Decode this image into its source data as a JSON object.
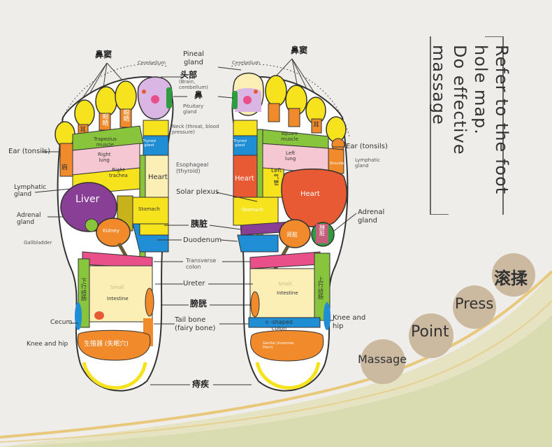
{
  "title_lines": [
    "Refer to the foot",
    "hole map.",
    "Do effective",
    "massage"
  ],
  "techniques": [
    {
      "label": "Massage"
    },
    {
      "label": "Point"
    },
    {
      "label": "Press"
    },
    {
      "label": "滚揉"
    }
  ],
  "outer_labels": {
    "sinus_left": "鼻窦",
    "sinus_right": "鼻窦",
    "cerebellum_left": "Cerebellum",
    "cerebellum_right": "Cerebellum",
    "pineal": "Pineal\ngland",
    "head_cn": "头部",
    "brain": "(Brain,\ncerebellum)",
    "nose_cn": "鼻",
    "pituitary": "Pituitary\ngland",
    "neck": "Neck (throat, blood\npressure)",
    "ear_left": "Ear (tonsils)",
    "ear_right": "Ear (tonsils)",
    "esophageal": "Esophageal\n(thyroid)",
    "lymphatic_left": "Lymphatic\ngland",
    "lymphatic_right": "Lymphatic\ngland",
    "solar_plexus": "Solar plexus",
    "adrenal_left": "Adrenal\ngland",
    "adrenal_right": "Adrenal\ngland",
    "gallbladder": "Gallbladder",
    "pancreas_cn": "胰脏",
    "duodenum": "Duodenum",
    "transverse_colon": "Transverse\ncolon",
    "ureter": "Ureter",
    "bladder_cn": "膀胱",
    "cecum": "Cecum",
    "tailbone": "Tail bone\n(fairy bone)",
    "knee_left": "Knee and hip",
    "knee_right": "Knee and\nhip",
    "hemorrhoids_cn": "痔疾"
  },
  "inner_labels": {
    "eye_cn_a": "眼睛",
    "eye_cn_b": "眼睛",
    "ear_cn_left": "耳",
    "ear_cn_right": "耳",
    "shoulder_cn": "肩",
    "trapezius": "Trapezius\nmuscle",
    "square_muscle": "square\nmuscle",
    "thyroid_left": "Thyroid\ngland",
    "thyroid_right": "Thyroid\ngland",
    "right_lung": "Right\nlung",
    "left_lung": "Left\nlung",
    "right_trachea": "Right\ntrachea",
    "left_cn": "Left\n气\n管",
    "shoulder_r": "Shoulder",
    "lymph_small": "Lymphatic\ngland",
    "heart_a": "Heart",
    "heart_b": "Heart",
    "heart_c": "Heart",
    "liver": "Liver",
    "stomach_a": "Stomach",
    "stomach_b": "Stomach",
    "kidney": "Kidney",
    "kidney_cn": "肾脏",
    "pancreas_in": "胰\n脏",
    "small_a": "Small",
    "small_b": "Small",
    "intestine_a": "Intestine",
    "intestine_b": "Intestine",
    "descending_cn": "下行结肠",
    "ascending_cn": "上行结肠",
    "s_colon": "s -shaped\ncolon",
    "genital_cn": "生殖器 (失眠穴)",
    "genital_en": "Genital (Insomnia\nPoint)"
  },
  "colors": {
    "background": "#efedea",
    "toe": "#f6e31d",
    "orange": "#f08a2a",
    "purple": "#8a3f96",
    "pink": "#e9508a",
    "green": "#89c53c",
    "blue": "#1f8ed4",
    "red": "#e85a34",
    "olive": "#c9b31c",
    "cream": "#fbefb6",
    "lavender": "#d9b6e3",
    "light_pink": "#f5c7d3",
    "accent_gold": "#e8c87a"
  }
}
